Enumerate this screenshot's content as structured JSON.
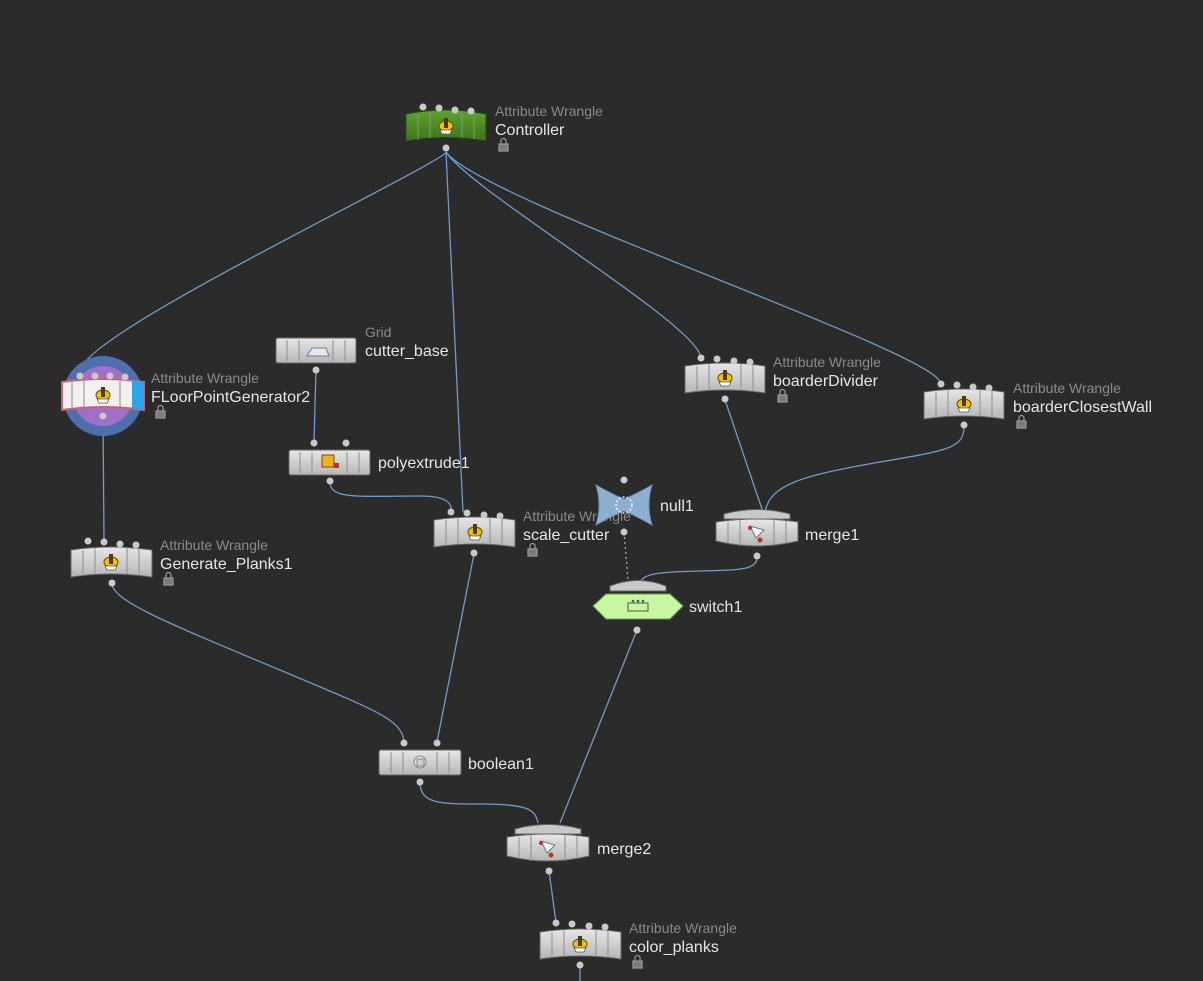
{
  "nodes": [
    {
      "id": "controller",
      "type_label": "Attribute Wrangle",
      "name": "Controller",
      "locked": true,
      "color": "#4e8f23"
    },
    {
      "id": "cutter_base",
      "type_label": "Grid",
      "name": "cutter_base",
      "locked": false,
      "color": "#d0d0d0"
    },
    {
      "id": "floorpoint",
      "type_label": "Attribute Wrangle",
      "name": "FLoorPointGenerator2",
      "locked": true,
      "color": "#f2f2f2",
      "flags": [
        "display",
        "template"
      ]
    },
    {
      "id": "polyextrude",
      "type_label": "",
      "name": "polyextrude1",
      "locked": false,
      "color": "#d0d0d0"
    },
    {
      "id": "divider",
      "type_label": "Attribute Wrangle",
      "name": "boarderDivider",
      "locked": true,
      "color": "#d0d0d0"
    },
    {
      "id": "closestwall",
      "type_label": "Attribute Wrangle",
      "name": "boarderClosestWall",
      "locked": true,
      "color": "#d0d0d0"
    },
    {
      "id": "null1",
      "type_label": "",
      "name": "null1",
      "locked": false,
      "color": "#8eb0d0"
    },
    {
      "id": "scale_cutter",
      "type_label": "Attribute Wrangle",
      "name": "scale_cutter",
      "locked": true,
      "color": "#d0d0d0"
    },
    {
      "id": "merge1",
      "type_label": "",
      "name": "merge1",
      "locked": false,
      "color": "#d0d0d0"
    },
    {
      "id": "generate_planks",
      "type_label": "Attribute Wrangle",
      "name": "Generate_Planks1",
      "locked": true,
      "color": "#d0d0d0"
    },
    {
      "id": "switch1",
      "type_label": "",
      "name": "switch1",
      "locked": false,
      "color": "#c8f7a2"
    },
    {
      "id": "boolean1",
      "type_label": "",
      "name": "boolean1",
      "locked": false,
      "color": "#d0d0d0"
    },
    {
      "id": "merge2",
      "type_label": "",
      "name": "merge2",
      "locked": false,
      "color": "#d0d0d0"
    },
    {
      "id": "color_planks",
      "type_label": "Attribute Wrangle",
      "name": "color_planks",
      "locked": true,
      "color": "#d0d0d0"
    }
  ],
  "connections": [
    {
      "from": "controller",
      "to": "floorpoint"
    },
    {
      "from": "controller",
      "to": "scale_cutter"
    },
    {
      "from": "controller",
      "to": "divider"
    },
    {
      "from": "controller",
      "to": "closestwall"
    },
    {
      "from": "cutter_base",
      "to": "polyextrude"
    },
    {
      "from": "polyextrude",
      "to": "scale_cutter"
    },
    {
      "from": "floorpoint",
      "to": "generate_planks"
    },
    {
      "from": "divider",
      "to": "merge1"
    },
    {
      "from": "closestwall",
      "to": "merge1"
    },
    {
      "from": "null1",
      "to": "switch1",
      "style": "dotted"
    },
    {
      "from": "merge1",
      "to": "switch1"
    },
    {
      "from": "generate_planks",
      "to": "boolean1"
    },
    {
      "from": "scale_cutter",
      "to": "boolean1"
    },
    {
      "from": "boolean1",
      "to": "merge2"
    },
    {
      "from": "switch1",
      "to": "merge2"
    },
    {
      "from": "merge2",
      "to": "color_planks"
    }
  ],
  "colors": {
    "background": "#2b2b2b",
    "wire": "#6f9bd0",
    "node_default": "#d0d0d0",
    "controller": "#4e8f23",
    "switch": "#c8f7a2",
    "null": "#8eb0d0",
    "display_flag": "#3aa0e0",
    "template_flag": "#a070c8"
  }
}
